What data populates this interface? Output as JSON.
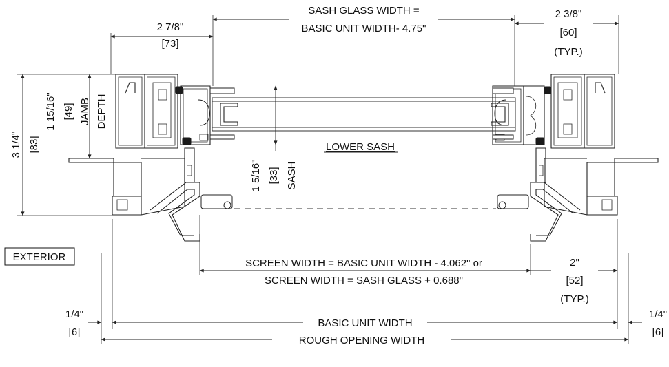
{
  "labels": {
    "sash_glass_width_line1": "SASH GLASS WIDTH =",
    "sash_glass_width_line2": "BASIC UNIT WIDTH- 4.75\"",
    "left_sash_dim_imperial": "2 7/8\"",
    "left_sash_dim_metric": "[73]",
    "right_sash_dim_imperial": "2 3/8\"",
    "right_sash_dim_metric": "[60]",
    "right_sash_dim_typ": "(TYP.)",
    "jamb_depth_imperial": "1 15/16\"",
    "jamb_depth_metric": "[49]",
    "jamb_depth_word1": "JAMB",
    "jamb_depth_word2": "DEPTH",
    "overall_depth_imperial": "3 1/4\"",
    "overall_depth_metric": "[83]",
    "lower_sash": "LOWER SASH",
    "sash_depth_imperial": "1 5/16\"",
    "sash_depth_metric": "[33]",
    "sash_depth_word": "SASH",
    "exterior": "EXTERIOR",
    "screen_width_line1": "SCREEN WIDTH = BASIC UNIT WIDTH - 4.062\" or",
    "screen_width_line2": "SCREEN WIDTH = SASH GLASS + 0.688\"",
    "screen_side_dim_imperial": "2\"",
    "screen_side_dim_metric": "[52]",
    "screen_side_dim_typ": "(TYP.)",
    "left_gap_imperial": "1/4\"",
    "left_gap_metric": "[6]",
    "right_gap_imperial": "1/4\"",
    "right_gap_metric": "[6]",
    "basic_unit_width": "BASIC UNIT WIDTH",
    "rough_opening_width": "ROUGH OPENING WIDTH"
  }
}
